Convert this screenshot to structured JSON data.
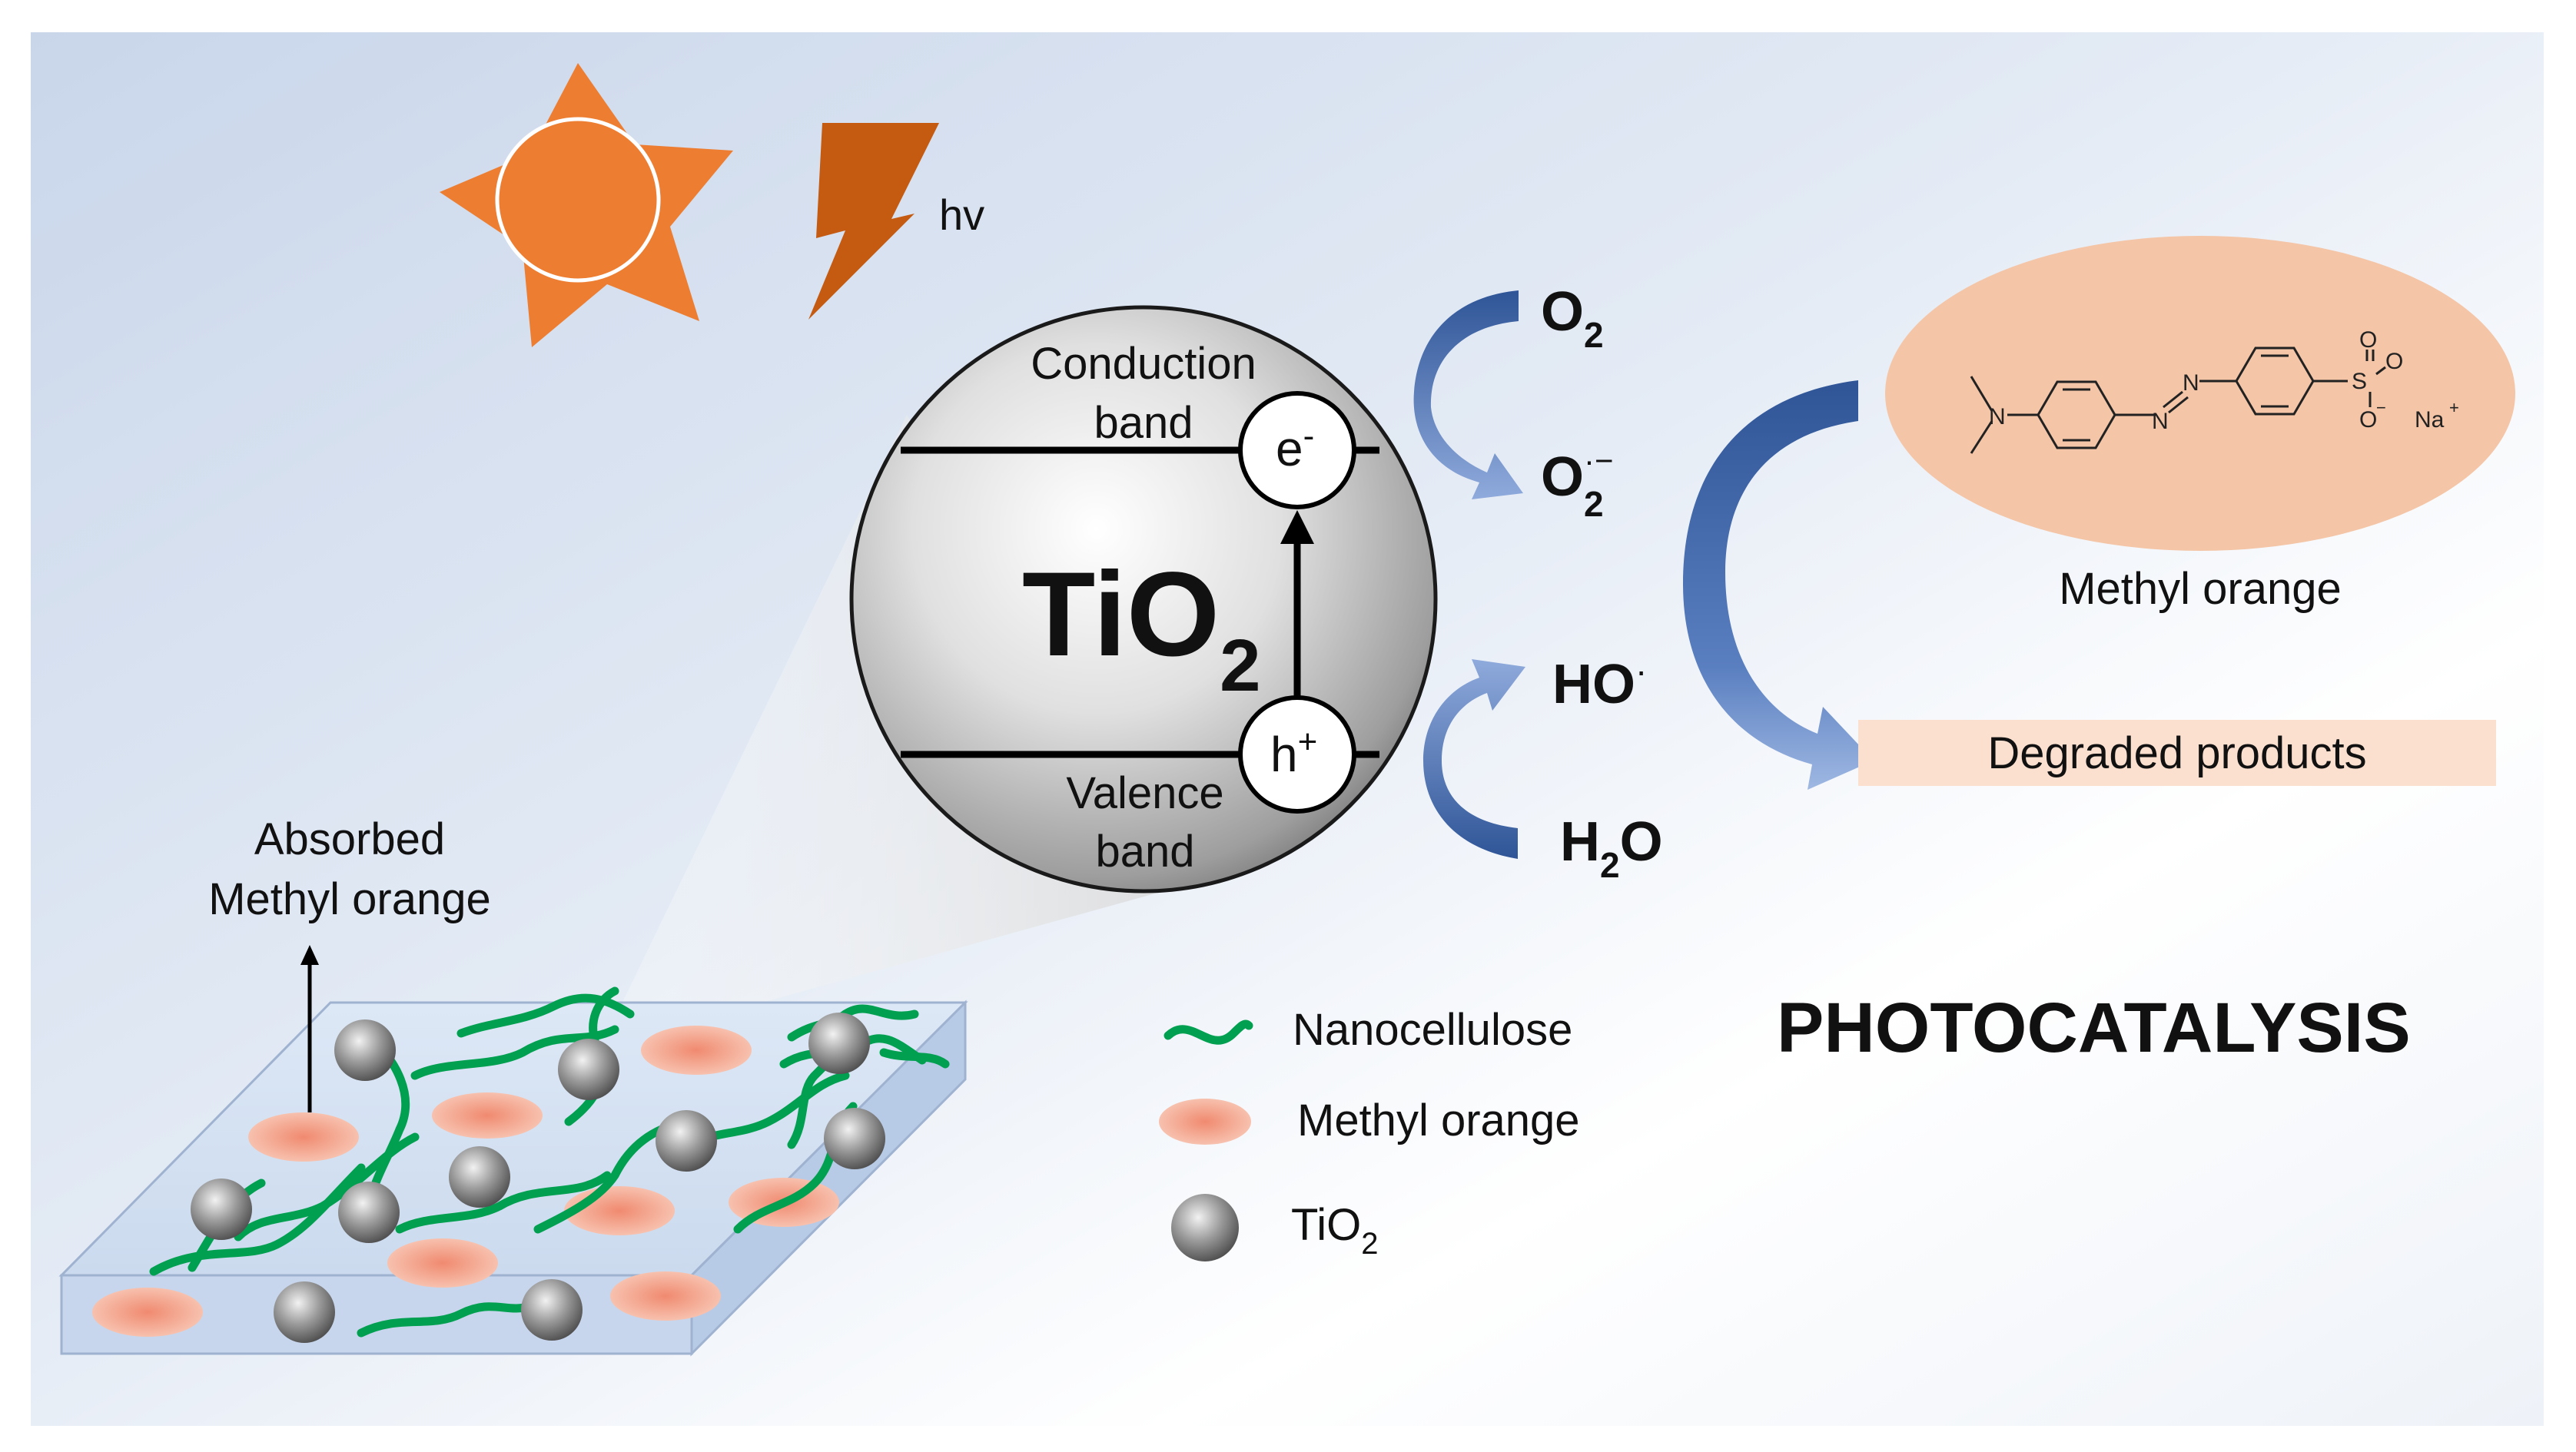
{
  "light": {
    "hv_label": "hv"
  },
  "particle": {
    "formula_main": "TiO",
    "formula_sub": "2",
    "conduction_band_line1": "Conduction",
    "conduction_band_line2": "band",
    "valence_band_line1": "Valence",
    "valence_band_line2": "band",
    "electron": "e",
    "electron_charge": "-",
    "hole": "h",
    "hole_charge": "+"
  },
  "reactions": {
    "o2_main": "O",
    "o2_sub": "2",
    "superoxide_main": "O",
    "superoxide_sub": "2",
    "superoxide_sup": "·−",
    "hydroxyl_main": "HO",
    "hydroxyl_sup": "·",
    "water_h": "H",
    "water_sub": "2",
    "water_o": "O"
  },
  "dye": {
    "name": "Methyl orange",
    "structure_labels": {
      "amine_n": "N",
      "azo_n1": "N",
      "azo_n2": "N",
      "sulfur": "S",
      "oxygen_top": "O",
      "oxygen_right": "O",
      "oxygen_anion": "O",
      "anion_charge": "−",
      "sodium": "Na",
      "sodium_charge": "+"
    },
    "product": "Degraded products"
  },
  "film": {
    "annotation_line1": "Absorbed",
    "annotation_line2": "Methyl orange"
  },
  "legend": {
    "items": [
      {
        "label": "Nanocellulose"
      },
      {
        "label": "Methyl orange"
      },
      {
        "label_main": "TiO",
        "label_sub": "2"
      }
    ]
  },
  "title": "PHOTOCATALYSIS",
  "colors": {
    "sun": "#ed7d31",
    "bolt": "#c55a11",
    "arrow_blue": "#2f5597",
    "arrow_light_blue": "#8faadc",
    "nanocellulose": "#00a050",
    "methyl_orange_blob": "#f4a582",
    "dye_ellipse": "#f4c5a6",
    "product_box": "#fbe0cf"
  }
}
